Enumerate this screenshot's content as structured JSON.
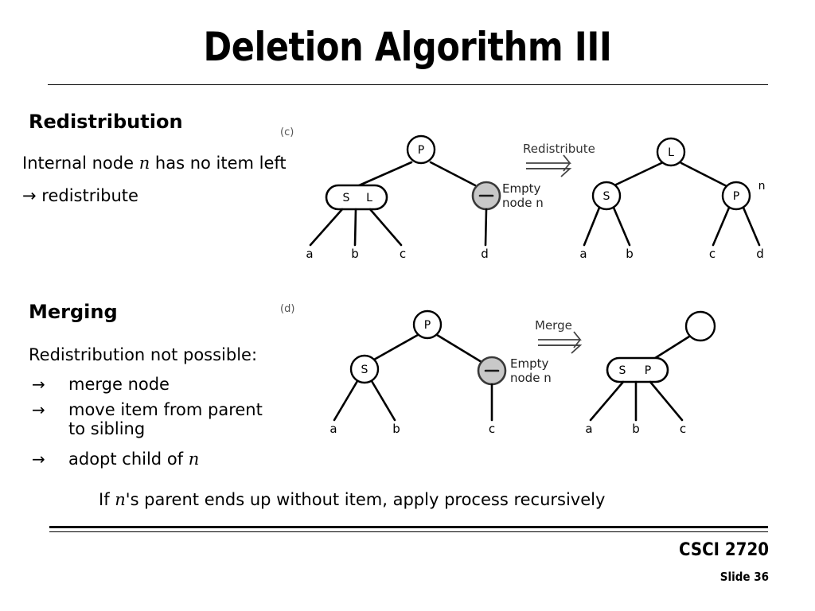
{
  "slide": {
    "title": "Deletion Algorithm III",
    "footer": {
      "course": "CSCI 2720",
      "slide_number": "Slide 36"
    },
    "recursive_note": {
      "before": "If ",
      "variable": "n",
      "after": "'s parent ends up without item, apply process recursively"
    }
  },
  "redistribution": {
    "heading": "Redistribution",
    "line1_before": "Internal node ",
    "line1_variable": "n",
    "line1_after": " has no item left",
    "line2": "→ redistribute"
  },
  "merging": {
    "heading": "Merging",
    "intro": "Redistribution not possible:",
    "bullets": [
      {
        "arrow": "→",
        "text": "merge node",
        "cont": ""
      },
      {
        "arrow": "→",
        "text": "move item from parent",
        "cont": "to sibling"
      },
      {
        "arrow": "→",
        "text_before": "adopt child of ",
        "variable": "n"
      }
    ]
  },
  "figure_c": {
    "label": "(c)",
    "operation": "Redistribute",
    "empty_note_line1": "Empty",
    "empty_note_line2": "node n",
    "before": {
      "root": "P",
      "sibling_node": [
        "S",
        "L"
      ],
      "sibling_children": [
        "a",
        "b",
        "c"
      ],
      "empty_node_symbol": "–",
      "empty_node_child": "d"
    },
    "after": {
      "root": "L",
      "left_child": "S",
      "left_children": [
        "a",
        "b"
      ],
      "right_child": "P",
      "right_child_marker": "n",
      "right_children": [
        "c",
        "d"
      ]
    }
  },
  "figure_d": {
    "label": "(d)",
    "operation": "Merge",
    "empty_note_line1": "Empty",
    "empty_note_line2": "node n",
    "before": {
      "root": "P",
      "left_child": "S",
      "left_children": [
        "a",
        "b"
      ],
      "empty_node_symbol": "–",
      "empty_node_child": "c"
    },
    "after": {
      "root": "",
      "merged_node": [
        "S",
        "P"
      ],
      "merged_children": [
        "a",
        "b",
        "c"
      ]
    }
  },
  "colors": {
    "background": "#ffffff",
    "ink": "#000000",
    "empty_node_fill": "#c8c8c8",
    "empty_node_stroke": "#3a3a3a",
    "caption_gray": "#555555",
    "arrow_gray": "#444444"
  }
}
